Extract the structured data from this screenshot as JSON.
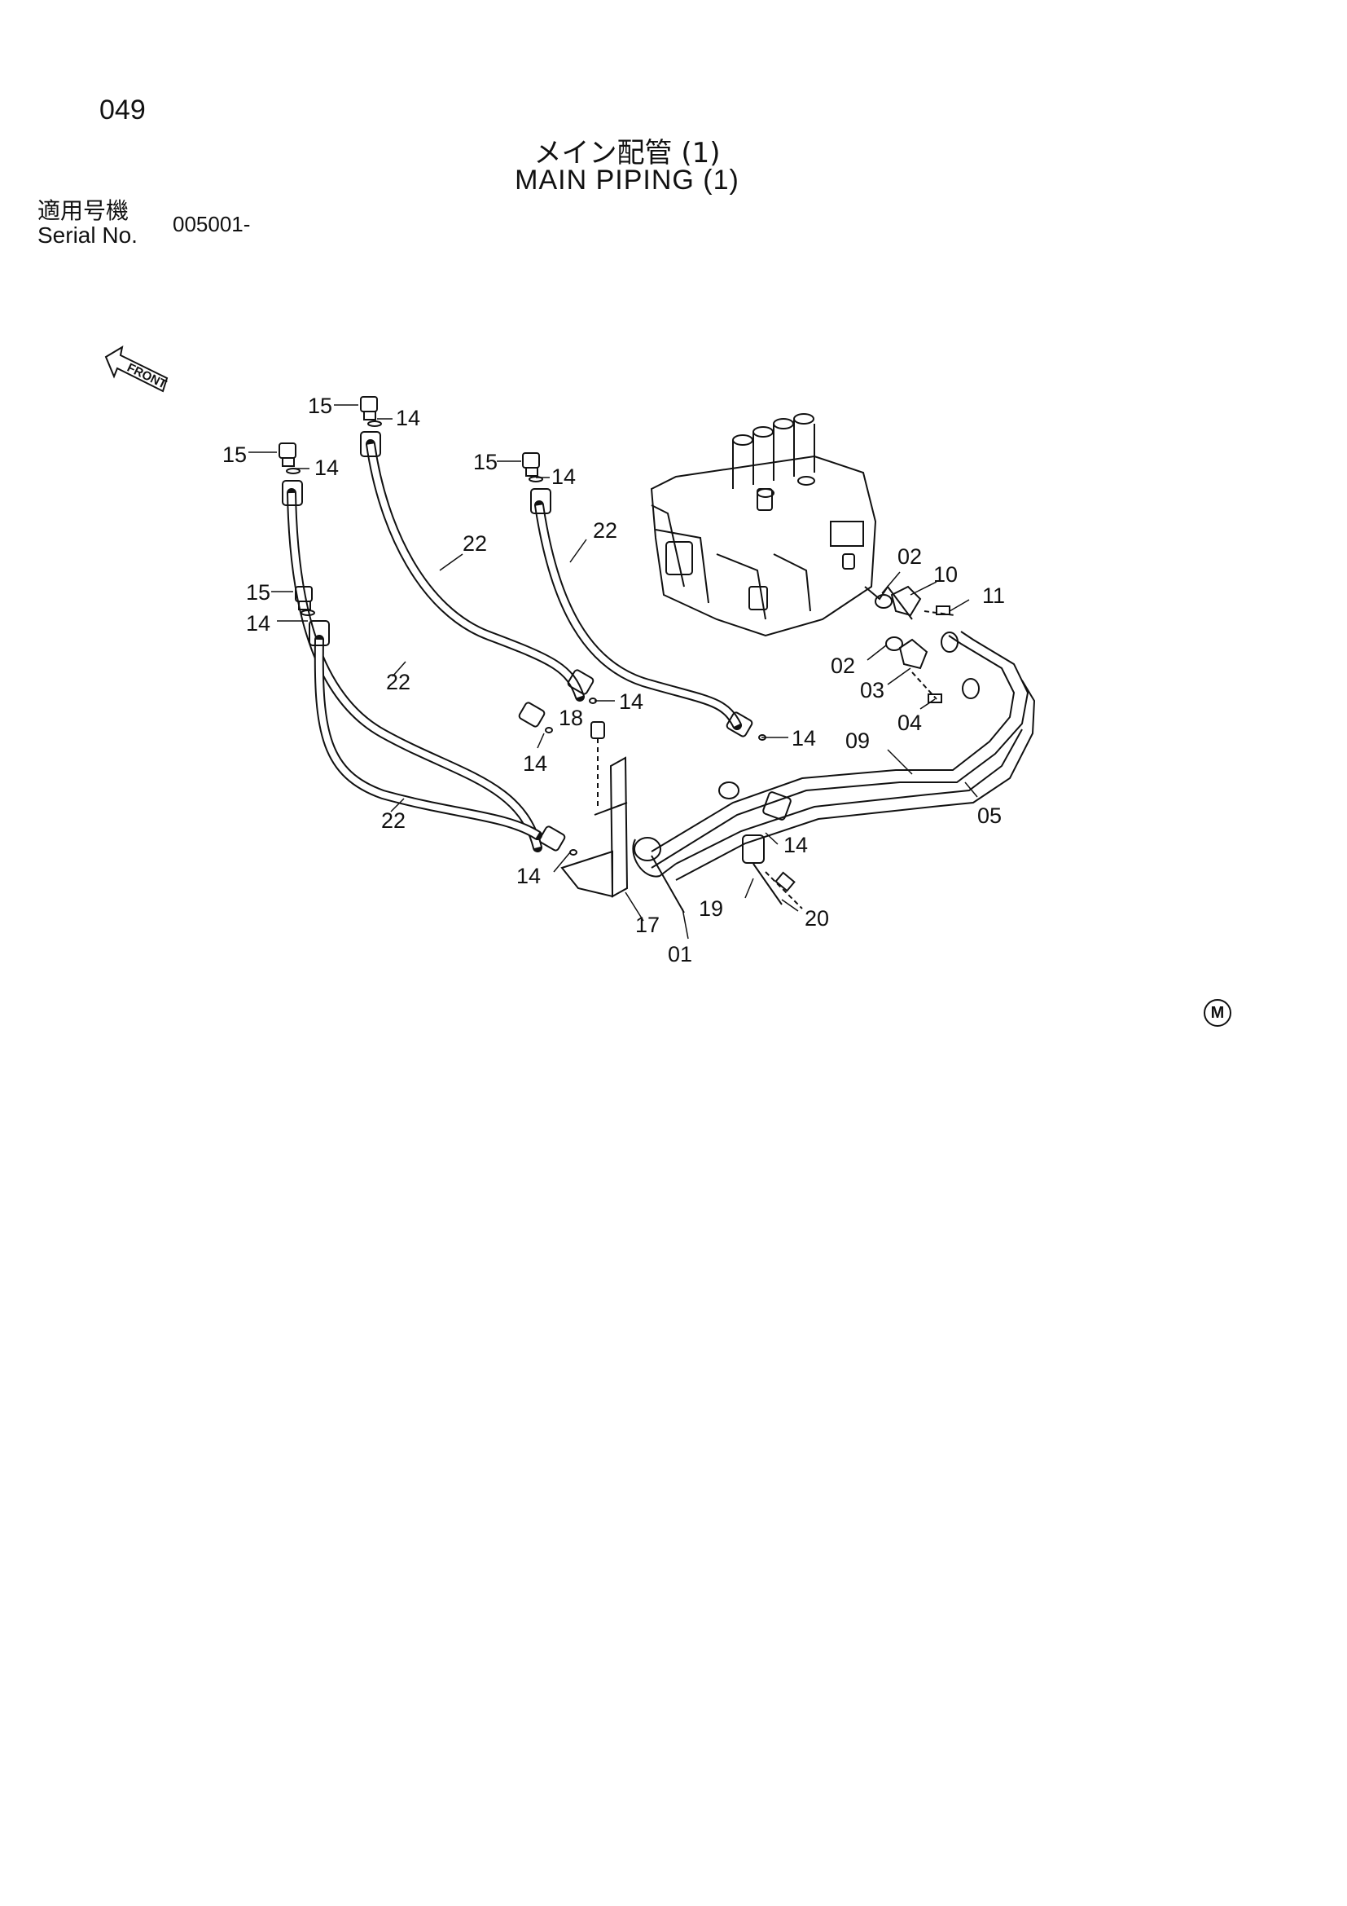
{
  "page_number": "049",
  "title_jp": "メイン配管 (1)",
  "title_en": "MAIN PIPING (1)",
  "serial": {
    "label_jp": "適用号機",
    "label_en": "Serial No.",
    "value": "005001-"
  },
  "front_arrow_label": "FRONT",
  "corner_mark": "M",
  "part_labels": [
    {
      "id": "p15a",
      "text": "15"
    },
    {
      "id": "p14a",
      "text": "14"
    },
    {
      "id": "p15b",
      "text": "15"
    },
    {
      "id": "p14b",
      "text": "14"
    },
    {
      "id": "p15c",
      "text": "15"
    },
    {
      "id": "p14c",
      "text": "14"
    },
    {
      "id": "p15d",
      "text": "15"
    },
    {
      "id": "p14d",
      "text": "14"
    },
    {
      "id": "p22a",
      "text": "22"
    },
    {
      "id": "p22b",
      "text": "22"
    },
    {
      "id": "p22c",
      "text": "22"
    },
    {
      "id": "p22d",
      "text": "22"
    },
    {
      "id": "p14e",
      "text": "14"
    },
    {
      "id": "p18",
      "text": "18"
    },
    {
      "id": "p14f",
      "text": "14"
    },
    {
      "id": "p14g",
      "text": "14"
    },
    {
      "id": "p02a",
      "text": "02"
    },
    {
      "id": "p10",
      "text": "10"
    },
    {
      "id": "p11",
      "text": "11"
    },
    {
      "id": "p02b",
      "text": "02"
    },
    {
      "id": "p03",
      "text": "03"
    },
    {
      "id": "p04",
      "text": "04"
    },
    {
      "id": "p09",
      "text": "09"
    },
    {
      "id": "p05",
      "text": "05"
    },
    {
      "id": "p14h",
      "text": "14"
    },
    {
      "id": "p14i",
      "text": "14"
    },
    {
      "id": "p19",
      "text": "19"
    },
    {
      "id": "p20",
      "text": "20"
    },
    {
      "id": "p17",
      "text": "17"
    },
    {
      "id": "p01",
      "text": "01"
    }
  ]
}
